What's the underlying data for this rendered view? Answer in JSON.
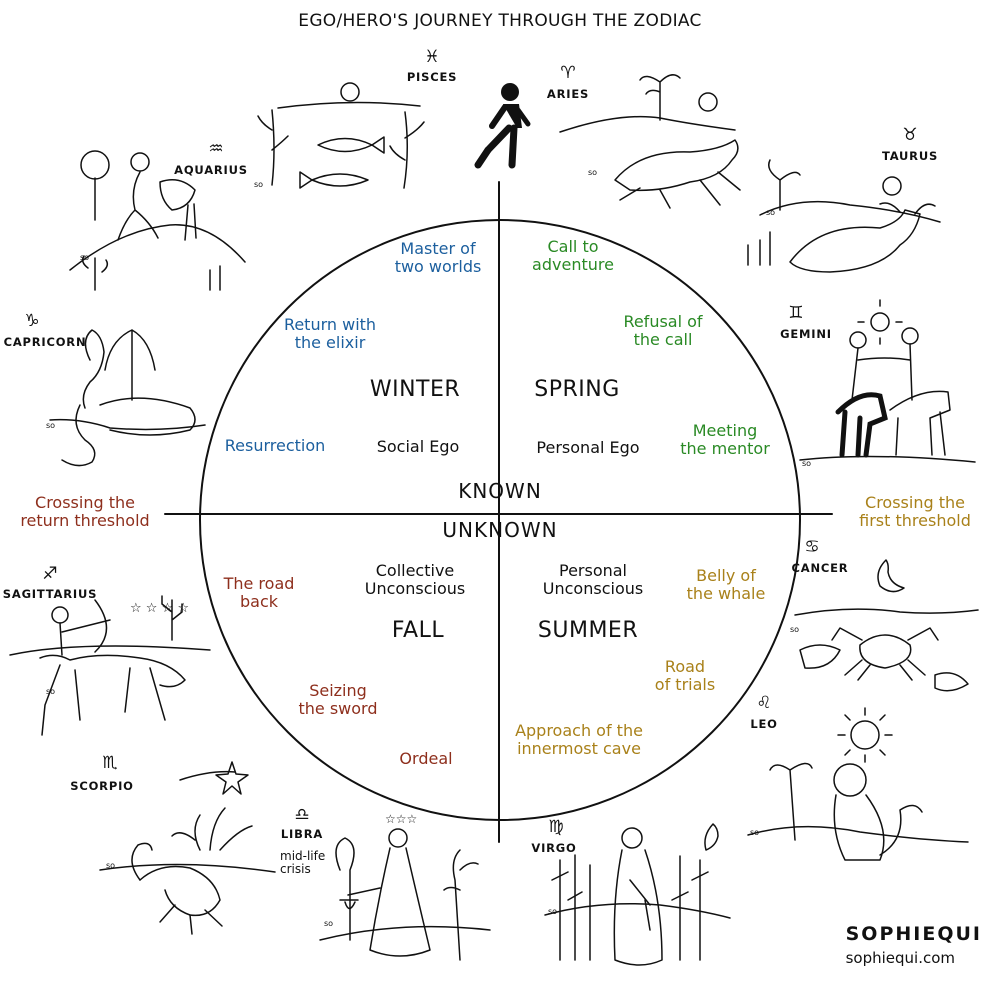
{
  "title": "EGO/HERO'S JOURNEY THROUGH THE ZODIAC",
  "colors": {
    "winter": "#1c5f9e",
    "spring": "#2a8a25",
    "summer": "#a9811a",
    "fall": "#8e2f1d",
    "ink": "#111111"
  },
  "axis": {
    "known": "KNOWN",
    "unknown": "UNKNOWN"
  },
  "seasons": {
    "winter": "WINTER",
    "spring": "SPRING",
    "fall": "FALL",
    "summer": "SUMMER"
  },
  "ego": {
    "social": "Social Ego",
    "personal": "Personal Ego",
    "collective": "Collective\nUnconscious",
    "personal_unconscious": "Personal\nUnconscious"
  },
  "steps": {
    "master": "Master of\ntwo worlds",
    "return_elixir": "Return with\nthe elixir",
    "resurrection": "Resurrection",
    "call": "Call to\nadventure",
    "refusal": "Refusal of\nthe call",
    "mentor": "Meeting\nthe mentor",
    "first_threshold": "Crossing the\nfirst threshold",
    "return_threshold": "Crossing the\nreturn threshold",
    "belly": "Belly of\nthe whale",
    "trials": "Road\nof trials",
    "cave": "Approach of the\ninnermost cave",
    "road_back": "The road\nback",
    "sword": "Seizing\nthe sword",
    "ordeal": "Ordeal"
  },
  "signs": {
    "pisces": {
      "name": "PISCES",
      "glyph": "♓"
    },
    "aries": {
      "name": "ARIES",
      "glyph": "♈"
    },
    "taurus": {
      "name": "TAURUS",
      "glyph": "♉"
    },
    "aquarius": {
      "name": "AQUARIUS",
      "glyph": "♒"
    },
    "gemini": {
      "name": "GEMINI",
      "glyph": "♊"
    },
    "capricorn": {
      "name": "CAPRICORN",
      "glyph": "♑"
    },
    "cancer": {
      "name": "CANCER",
      "glyph": "♋"
    },
    "sagittarius": {
      "name": "SAGITTARIUS",
      "glyph": "♐"
    },
    "leo": {
      "name": "LEO",
      "glyph": "♌"
    },
    "scorpio": {
      "name": "SCORPIO",
      "glyph": "♏"
    },
    "libra": {
      "name": "LIBRA",
      "glyph": "♎"
    },
    "virgo": {
      "name": "VIRGO",
      "glyph": "♍"
    }
  },
  "libra_note": "mid-life\ncrisis",
  "brand": {
    "name": "SOPHIEQUI",
    "site": "sophiequi.com"
  }
}
